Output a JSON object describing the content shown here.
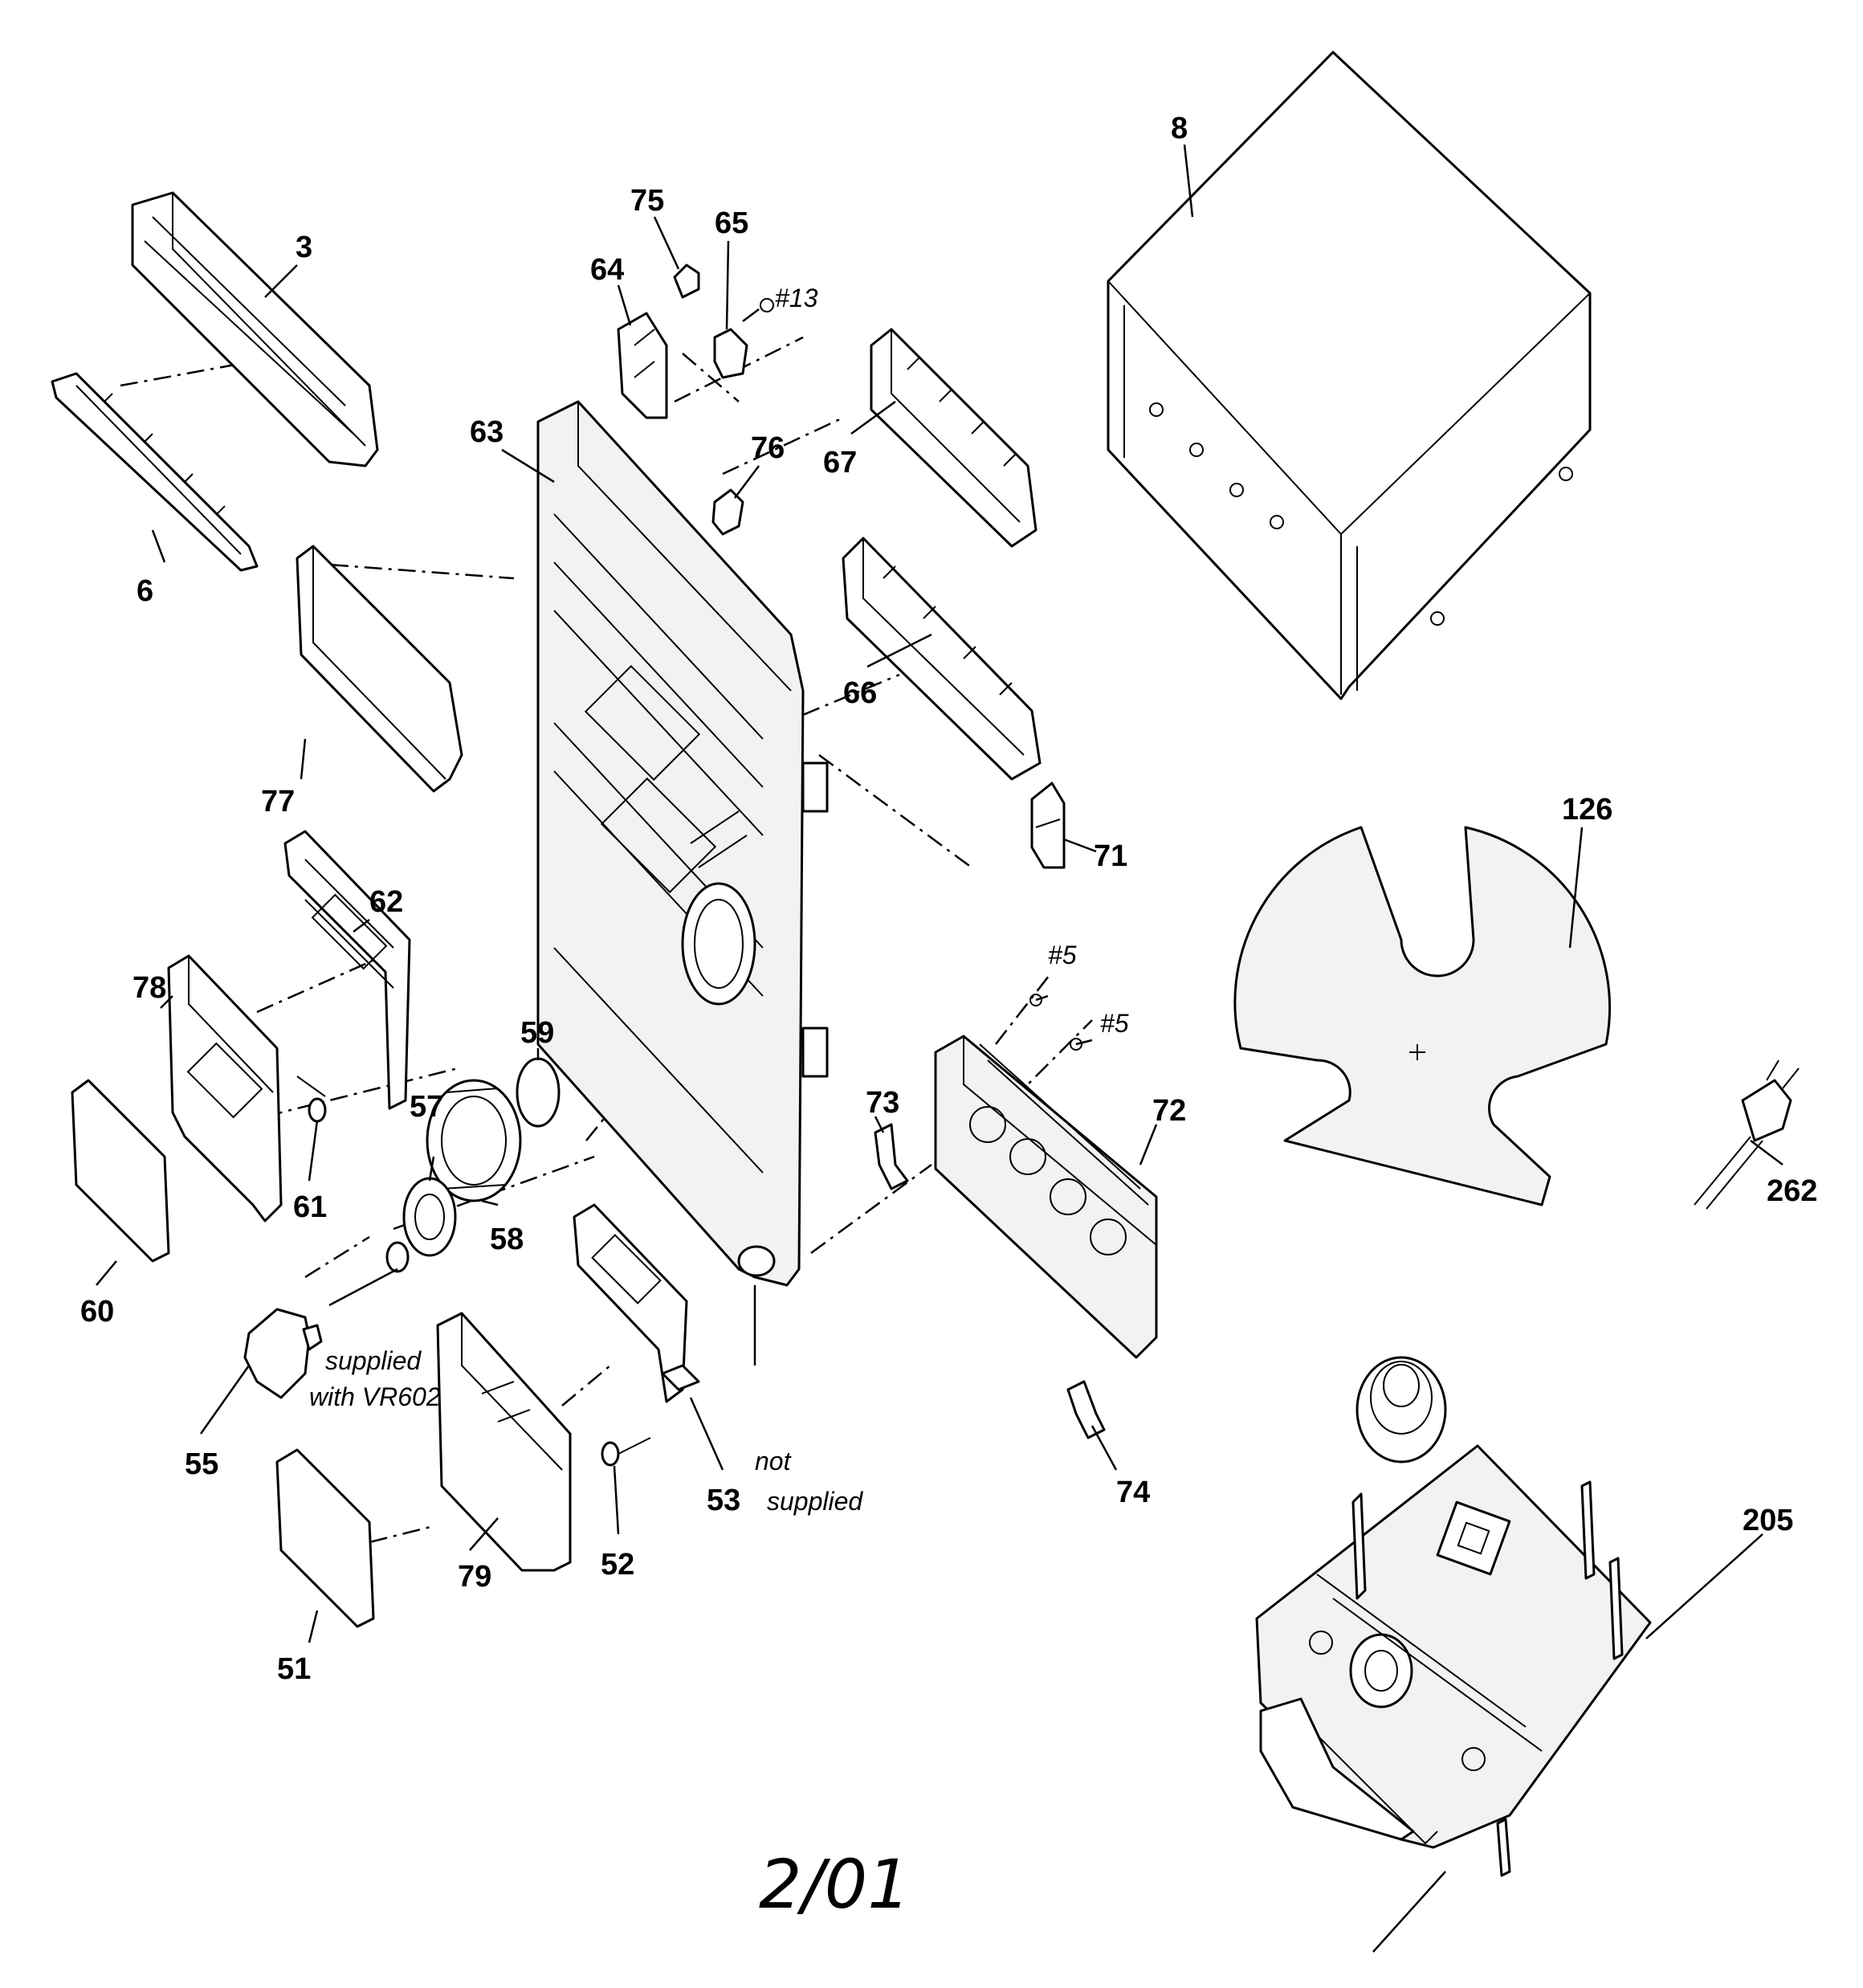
{
  "diagram": {
    "callouts": {
      "p3": "3",
      "p6": "6",
      "p8": "8",
      "p51": "51",
      "p52": "52",
      "p53": "53",
      "p55": "55",
      "p57": "57",
      "p58": "58",
      "p59": "59",
      "p60": "60",
      "p61": "61",
      "p62": "62",
      "p63": "63",
      "p64": "64",
      "p65": "65",
      "p66": "66",
      "p67": "67",
      "p71": "71",
      "p72": "72",
      "p73": "73",
      "p74": "74",
      "p75": "75",
      "p76": "76",
      "p77": "77",
      "p78": "78",
      "p79": "79",
      "p126": "126",
      "p205": "205",
      "p262": "262"
    },
    "screws": {
      "s13": "#13",
      "s5a": "#5",
      "s5b": "#5"
    },
    "notes": {
      "supplied_line1": "supplied",
      "supplied_line2": "with VR602",
      "not_supplied_line1": "not",
      "not_supplied_line2": "supplied"
    },
    "footer": "2/01"
  }
}
